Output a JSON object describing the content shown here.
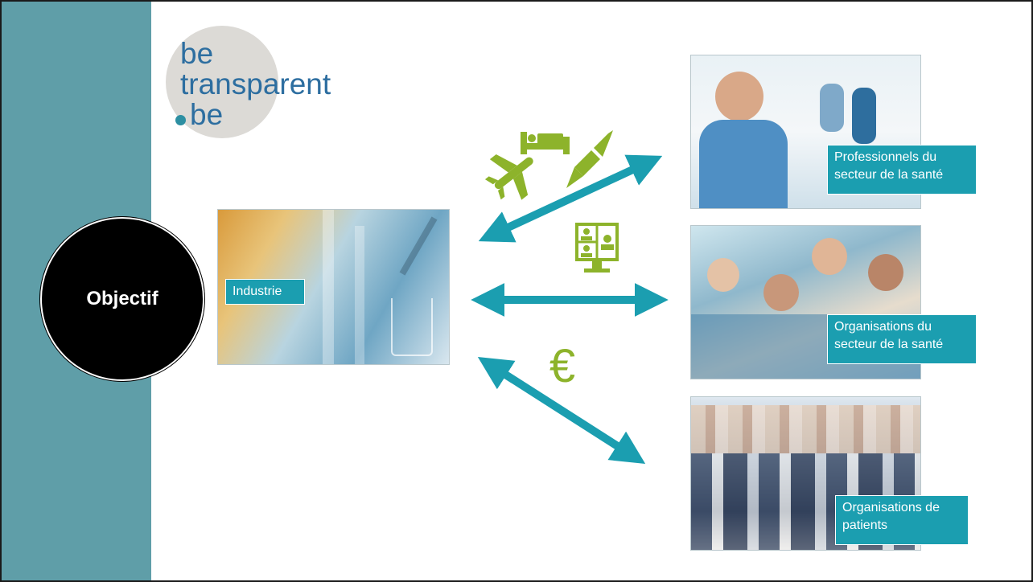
{
  "logo": {
    "line1": "be",
    "line2": "transparent",
    "line3": "be"
  },
  "objective": {
    "label": "Objectif"
  },
  "nodes": {
    "industry": {
      "label": "Industrie"
    },
    "health_professionals": {
      "label": "Professionnels du secteur de la santé"
    },
    "health_organisations": {
      "label": "Organisations du secteur de la santé"
    },
    "patient_organisations": {
      "label": "Organisations de patients"
    }
  },
  "flows": [
    {
      "target": "health_professionals",
      "icons": [
        "bed-icon",
        "airplane-icon",
        "pen-icon"
      ]
    },
    {
      "target": "health_organisations",
      "icons": [
        "video-conference-icon"
      ]
    },
    {
      "target": "patient_organisations",
      "icons": [
        "euro-icon"
      ],
      "symbol": "€"
    }
  ],
  "colors": {
    "sidebar": "#5f9ea8",
    "arrow": "#1b9eb0",
    "icon": "#8db32b",
    "label_bg": "#1b9eb0",
    "logo_text": "#2d6ea0",
    "logo_bg": "#dcdad6"
  }
}
